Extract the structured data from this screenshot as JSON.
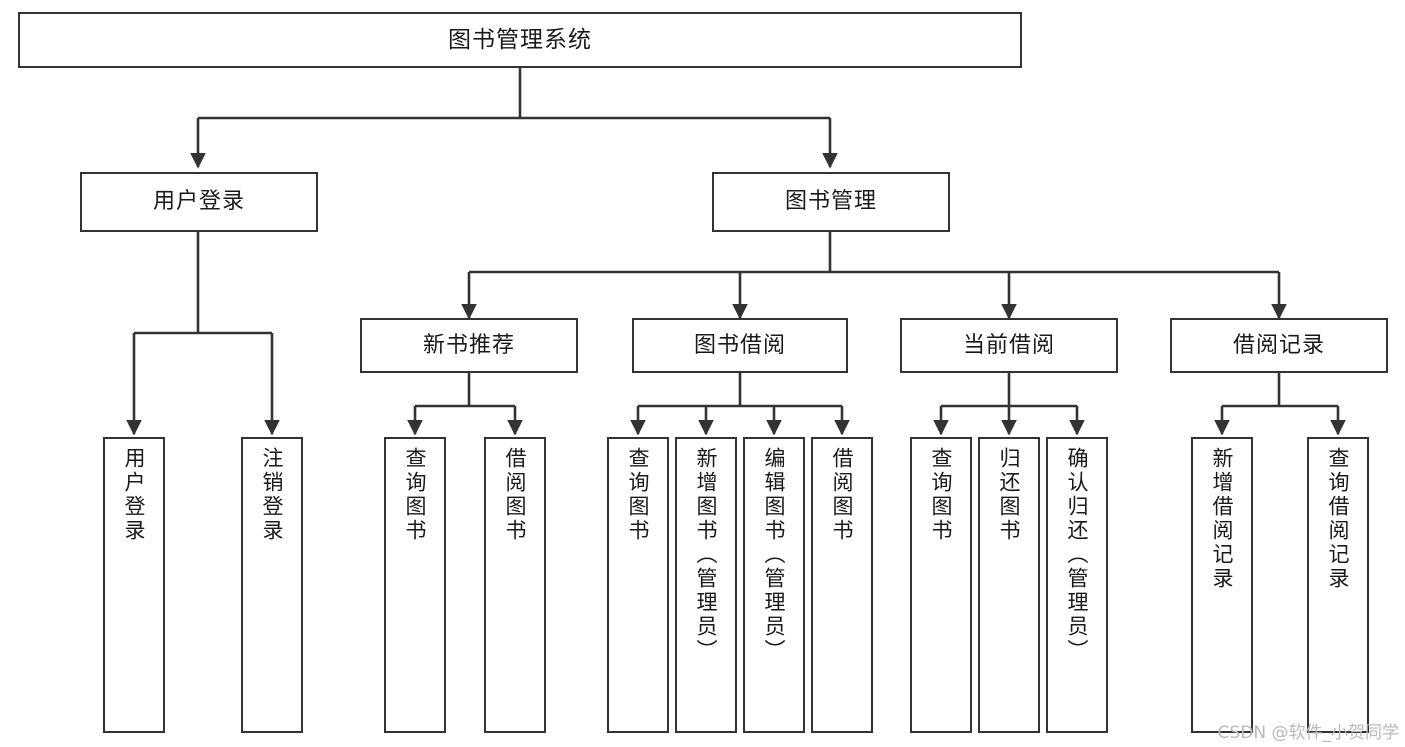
{
  "diagram": {
    "type": "tree-hierarchy",
    "title": "图书管理系统",
    "watermark": "CSDN @软件_小贺同学",
    "colors": {
      "background": "#ffffff",
      "stroke": "#333333",
      "text": "#1a1a1a",
      "watermark": "#b9b9b9"
    },
    "nodes": {
      "root": {
        "label": "图书管理系统"
      },
      "level2": [
        {
          "label": "用户登录"
        },
        {
          "label": "图书管理"
        }
      ],
      "level3": [
        {
          "label": "新书推荐"
        },
        {
          "label": "图书借阅"
        },
        {
          "label": "当前借阅"
        },
        {
          "label": "借阅记录"
        }
      ],
      "leaves": {
        "user_login": [
          {
            "label": "用户登录"
          },
          {
            "label": "注销登录"
          }
        ],
        "new_book": [
          {
            "label": "查询图书"
          },
          {
            "label": "借阅图书"
          }
        ],
        "borrow_book": [
          {
            "label": "查询图书"
          },
          {
            "label": "新增图书（管理员）"
          },
          {
            "label": "编辑图书（管理员）"
          },
          {
            "label": "借阅图书"
          }
        ],
        "current_borrow": [
          {
            "label": "查询图书"
          },
          {
            "label": "归还图书"
          },
          {
            "label": "确认归还（管理员）"
          }
        ],
        "borrow_record": [
          {
            "label": "新增借阅记录"
          },
          {
            "label": "查询借阅记录"
          }
        ]
      }
    }
  }
}
